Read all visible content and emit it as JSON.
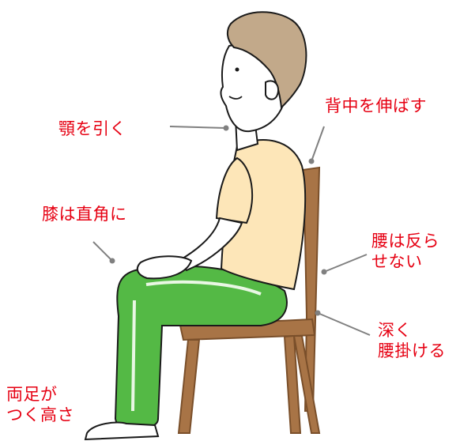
{
  "colors": {
    "label_text": "#e60012",
    "leader_line": "#808080",
    "skin": "#ffffff",
    "hair": "#c2a98a",
    "shirt": "#fde6b8",
    "pants": "#54b945",
    "pants_shadow": "#3f9a34",
    "chair_wood": "#a87446",
    "chair_dark": "#7a4f2a",
    "outline": "#1a1a1a"
  },
  "labels": {
    "chin": "顎を引く",
    "back": "背中を伸ばす",
    "knee": "膝は直角に",
    "waist_line1": "腰は反ら",
    "waist_line2": "せない",
    "deep_line1": "深く",
    "deep_line2": "腰掛ける",
    "feet_line1": "両足が",
    "feet_line2": "つく高さ"
  }
}
